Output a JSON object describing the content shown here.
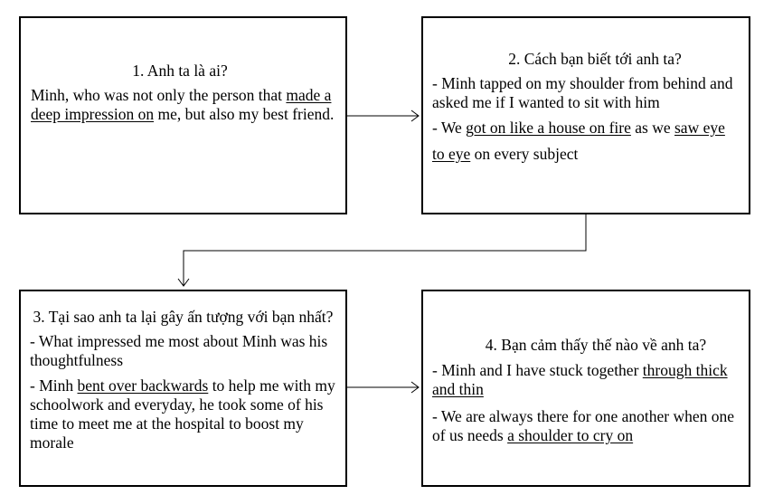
{
  "box1": {
    "title": "1. Anh ta là ai?",
    "line1_pre": "Minh, who was not only the person that ",
    "line1_u": "made a deep impression on",
    "line1_post": " me, but also my best friend."
  },
  "box2": {
    "title": "2. Cách bạn biết tới anh ta?",
    "item1": "- Minh tapped on my shoulder from behind and asked me if I wanted to sit with him",
    "item2_pre": "- We ",
    "item2_u1": "got on like a house on fire",
    "item2_mid": " as we ",
    "item2_u2": "saw eye to eye",
    "item2_post": " on every subject"
  },
  "box3": {
    "title": "3. Tại sao anh ta lại gây ấn tượng với bạn nhất?",
    "item1": "- What impressed me most about Minh was his thoughtfulness",
    "item2_pre": "- Minh ",
    "item2_u": "bent over backwards",
    "item2_post": " to help me with my schoolwork and everyday, he took some of his time to meet me at the hospital to boost my morale"
  },
  "box4": {
    "title": "4. Bạn cảm thấy thế nào về anh ta?",
    "item1_pre": "- Minh and I have stuck together ",
    "item1_u": "through thick and thin",
    "item2_pre": "- We are always there for one another when one of us needs ",
    "item2_u": "a shoulder to cry on"
  }
}
